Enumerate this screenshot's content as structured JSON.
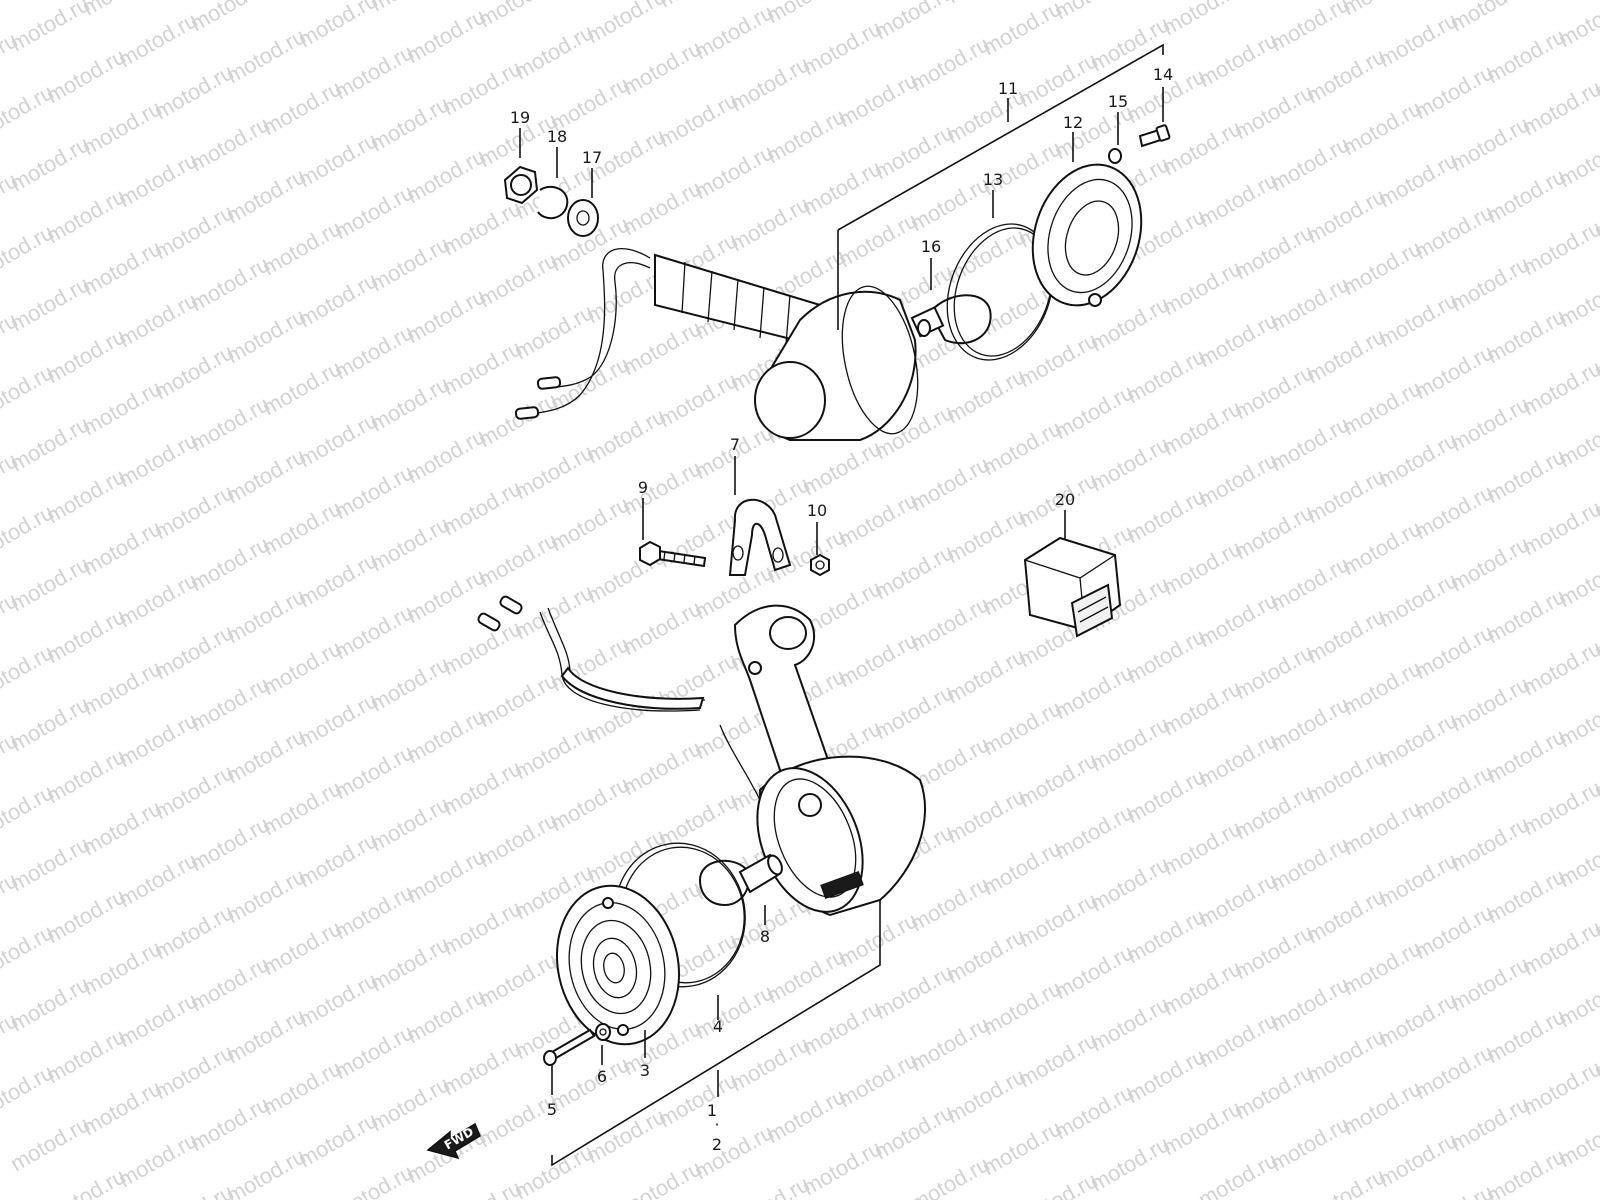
{
  "watermark": {
    "text": "motod.ru",
    "color": "#d2d2d2"
  },
  "fwd_label": "FWD",
  "callouts": [
    {
      "id": "c1",
      "text": "1"
    },
    {
      "id": "c-dot",
      "text": "·"
    },
    {
      "id": "c2",
      "text": "2"
    },
    {
      "id": "c3",
      "text": "3"
    },
    {
      "id": "c4",
      "text": "4"
    },
    {
      "id": "c5",
      "text": "5"
    },
    {
      "id": "c6",
      "text": "6"
    },
    {
      "id": "c7",
      "text": "7"
    },
    {
      "id": "c8",
      "text": "8"
    },
    {
      "id": "c9",
      "text": "9"
    },
    {
      "id": "c10",
      "text": "10"
    },
    {
      "id": "c11",
      "text": "11"
    },
    {
      "id": "c12",
      "text": "12"
    },
    {
      "id": "c13",
      "text": "13"
    },
    {
      "id": "c14",
      "text": "14"
    },
    {
      "id": "c15",
      "text": "15"
    },
    {
      "id": "c16",
      "text": "16"
    },
    {
      "id": "c17",
      "text": "17"
    },
    {
      "id": "c18",
      "text": "18"
    },
    {
      "id": "c19",
      "text": "19"
    },
    {
      "id": "c20",
      "text": "20"
    }
  ]
}
